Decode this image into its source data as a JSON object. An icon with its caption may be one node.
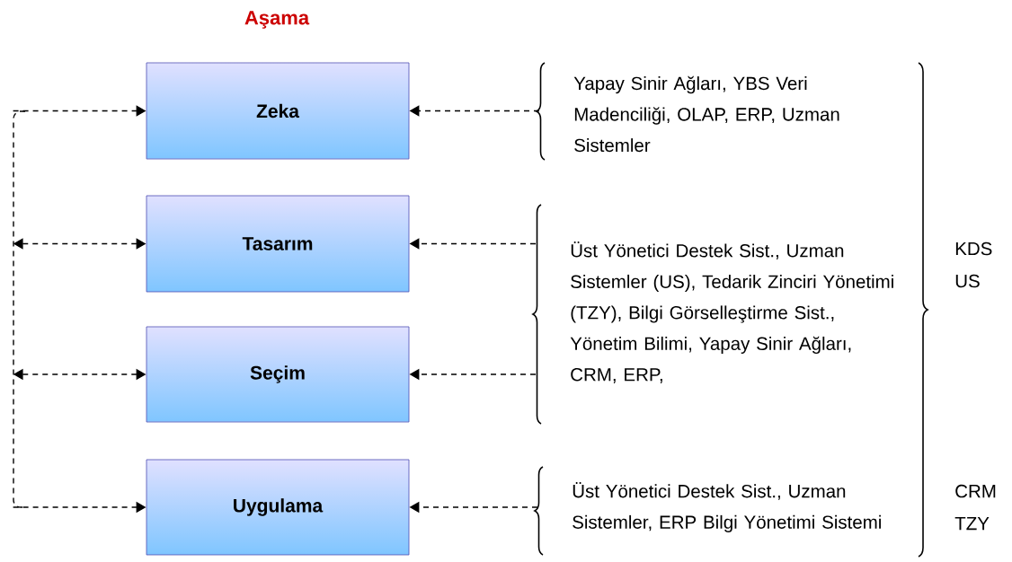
{
  "diagram": {
    "title": "Aşama",
    "nodes": [
      {
        "text": [
          "Zeka"
        ]
      },
      {
        "text": [
          "Tasarım"
        ]
      },
      {
        "text": [
          "Seçim"
        ]
      },
      {
        "text": [
          "Uygulama"
        ]
      },
      {
        "text": [
          "Yapay Sinir Ağları, YBS Veri Madenciliği, OLAP, ERP, Uzman Sistemler"
        ]
      },
      {
        "text": [
          "Üst Yönetici Destek Sist., Uzman Sistemler (US), Tedarik Zinciri Yönetimi (TZY), Bilgi Görselleştirme Sist., Yönetim Bilimi, Yapay Sinir Ağları, CRM, ERP,"
        ]
      },
      {
        "text": [
          "Üst Yönetici Destek Sist., Uzman Sistemler, ERP Bilgi Yönetimi Sistemi"
        ]
      }
    ],
    "edges": [
      {
        "from": null,
        "to": 0,
        "arrow": "to",
        "style": "dashed"
      },
      {
        "from": null,
        "to": 1,
        "arrow": "both",
        "style": "dashed"
      },
      {
        "from": null,
        "to": 2,
        "arrow": "both",
        "style": "dashed"
      },
      {
        "from": null,
        "to": 3,
        "arrow": "to",
        "style": "dashed"
      },
      {
        "from": 4,
        "to": 0,
        "arrow": "to",
        "style": "dashed"
      },
      {
        "from": 5,
        "to": 1,
        "arrow": "to",
        "style": "dashed"
      },
      {
        "from": 5,
        "to": 2,
        "arrow": "to",
        "style": "dashed"
      },
      {
        "from": 6,
        "to": 3,
        "arrow": "to",
        "style": "dashed"
      }
    ],
    "labels": [
      "KDS US",
      "CRM TZY"
    ]
  }
}
